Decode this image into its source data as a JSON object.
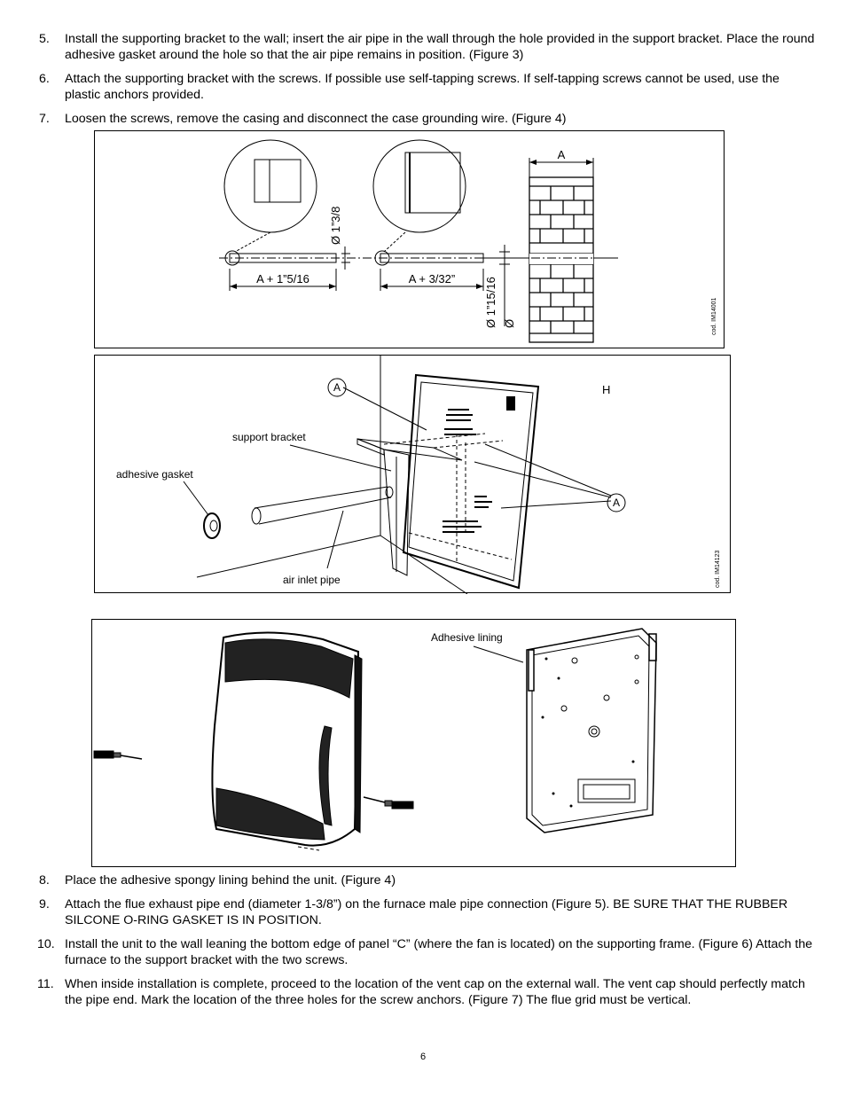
{
  "steps_top": [
    {
      "num": "5.",
      "text": "Install the supporting bracket to the wall; insert the air pipe in the wall through the hole provided in the support bracket. Place the round adhesive gasket around the hole so that the air pipe remains in position.  (Figure 3)"
    },
    {
      "num": "6.",
      "text": "Attach the supporting bracket with the screws.  If possible use self-tapping screws.  If self-tapping screws cannot be used, use the plastic anchors provided."
    },
    {
      "num": "7.",
      "text": "Loosen the screws, remove the casing and disconnect the case grounding wire. (Figure 4)"
    }
  ],
  "figure1": {
    "dim_wall": "A",
    "dim_left": "A + 1”5/16",
    "dim_right": "A + 3/32”",
    "dia_small": "Ø  1”3/8",
    "dia_large": "Ø  1”15/16",
    "dia_symbol": "Ø",
    "code": "cod. IM14001"
  },
  "figure2": {
    "label_a_top": "A",
    "label_a_right": "A",
    "label_h": "H",
    "label_support_bracket": "support bracket",
    "label_adhesive_gasket": "adhesive gasket",
    "label_air_inlet_pipe": "air inlet pipe",
    "code": "cod. IM14123"
  },
  "figure3": {
    "label_adhesive_lining": "Adhesive lining"
  },
  "steps_bottom": [
    {
      "num": "8.",
      "text": "Place the adhesive spongy lining behind the unit. (Figure 4)"
    },
    {
      "num": "9.",
      "text": "Attach the flue exhaust pipe end (diameter 1-3/8”) on the furnace male pipe connection (Figure 5).  BE SURE THAT THE RUBBER SILCONE O-RING GASKET IS IN POSITION."
    },
    {
      "num": "10.",
      "text": "Install the unit to the wall leaning the bottom edge of panel “C” (where the fan is located) on the supporting frame. (Figure 6)  Attach the furnace to the support bracket with the two screws."
    },
    {
      "num": "11.",
      "text": "When inside installation is complete, proceed to the location of the vent cap on the external wall.  The vent cap should perfectly match the pipe end.  Mark the location of the three holes for the screw anchors. (Figure 7)  The flue grid must be vertical."
    }
  ],
  "page_number": "6"
}
